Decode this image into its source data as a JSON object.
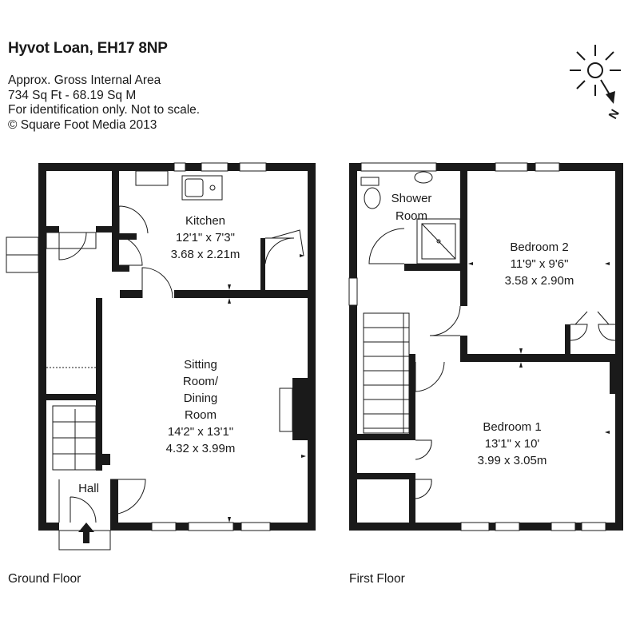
{
  "header": {
    "title": "Hyvot Loan, EH17 8NP",
    "lines": [
      "Approx. Gross Internal Area",
      "734 Sq Ft  -  68.19 Sq M",
      "For identification only. Not to scale.",
      "© Square Foot Media 2013"
    ]
  },
  "compass": {
    "north_label": "N",
    "icons": [
      "sun-icon",
      "north-arrow-icon"
    ]
  },
  "ground_floor": {
    "label": "Ground Floor",
    "rooms": {
      "kitchen": {
        "name": "Kitchen",
        "imperial": "12'1\" x 7'3\"",
        "metric": "3.68 x 2.21m"
      },
      "sitting": {
        "name1": "Sitting",
        "name2": "Room/",
        "name3": "Dining",
        "name4": "Room",
        "imperial": "14'2\" x 13'1\"",
        "metric": "4.32 x 3.99m"
      },
      "hall": {
        "name": "Hall"
      }
    }
  },
  "first_floor": {
    "label": "First Floor",
    "rooms": {
      "shower": {
        "name1": "Shower",
        "name2": "Room"
      },
      "bedroom2": {
        "name": "Bedroom 2",
        "imperial": "11'9\" x 9'6\"",
        "metric": "3.58 x 2.90m"
      },
      "bedroom1": {
        "name": "Bedroom 1",
        "imperial": "13'1\" x 10'",
        "metric": "3.99 x 3.05m"
      }
    }
  }
}
